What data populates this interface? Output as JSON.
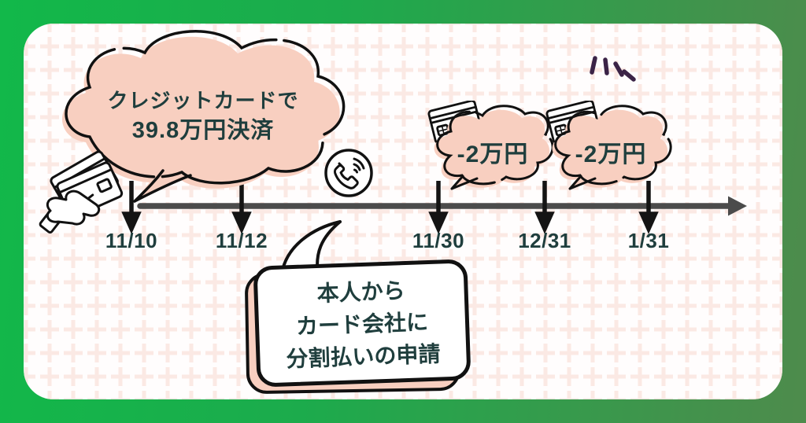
{
  "palette": {
    "bg_gradient_left": "#12b84a",
    "bg_gradient_right": "#4e8b4c",
    "card_bg": "#fffdfd",
    "pattern_plus": "#fbe9e4",
    "bubble_fill": "#f8cfc0",
    "outline": "#111111",
    "text_dark": "#1f3e3d",
    "timeline_line": "#4b4b4b",
    "sparkle": "#3b2346"
  },
  "main_cloud": {
    "line1": "クレジットカードで",
    "line2": "39.8万円決済"
  },
  "call_note": {
    "line1": "本人から",
    "line2": "カード会社に",
    "line3": "分割払いの申請"
  },
  "payments": [
    {
      "amount": "-2万円"
    },
    {
      "amount": "-2万円"
    }
  ],
  "timeline": {
    "dates": [
      "11/10",
      "11/12",
      "11/30",
      "12/31",
      "1/31"
    ]
  },
  "icons": {
    "hand_card": "hand-holding-credit-cards-icon",
    "phone": "phone-call-icon",
    "card": "credit-card-icon",
    "sparkle": "sparkle-emphasis-icon",
    "arrow": "timeline-arrow-icon"
  }
}
